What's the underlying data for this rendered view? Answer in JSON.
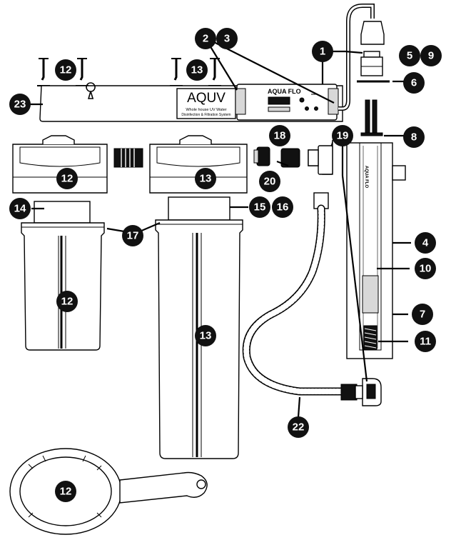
{
  "housing_label": {
    "brand": "AQUV",
    "subtitle_line1": "Whole house UV Water",
    "subtitle_line2": "Disinfection & Filtration System"
  },
  "controller": {
    "brand": "AQUA FLO"
  },
  "uv_chamber": {
    "brand": "AQUA FLO"
  },
  "callouts": [
    {
      "id": "callout-1",
      "label": "1"
    },
    {
      "id": "callout-2",
      "label": "2"
    },
    {
      "id": "callout-3",
      "label": "3"
    },
    {
      "id": "callout-5",
      "label": "5"
    },
    {
      "id": "callout-9",
      "label": "9"
    },
    {
      "id": "callout-6",
      "label": "6"
    },
    {
      "id": "callout-12-screws",
      "label": "12"
    },
    {
      "id": "callout-13-screws",
      "label": "13"
    },
    {
      "id": "callout-23",
      "label": "23"
    },
    {
      "id": "callout-8",
      "label": "8"
    },
    {
      "id": "callout-18",
      "label": "18"
    },
    {
      "id": "callout-19",
      "label": "19"
    },
    {
      "id": "callout-20",
      "label": "20"
    },
    {
      "id": "callout-12-head",
      "label": "12"
    },
    {
      "id": "callout-13-head",
      "label": "13"
    },
    {
      "id": "callout-14",
      "label": "14"
    },
    {
      "id": "callout-15",
      "label": "15"
    },
    {
      "id": "callout-16",
      "label": "16"
    },
    {
      "id": "callout-17",
      "label": "17"
    },
    {
      "id": "callout-4",
      "label": "4"
    },
    {
      "id": "callout-10",
      "label": "10"
    },
    {
      "id": "callout-7",
      "label": "7"
    },
    {
      "id": "callout-11",
      "label": "11"
    },
    {
      "id": "callout-12-bowl",
      "label": "12"
    },
    {
      "id": "callout-13-bowl",
      "label": "13"
    },
    {
      "id": "callout-22",
      "label": "22"
    },
    {
      "id": "callout-12-wrench",
      "label": "12"
    }
  ]
}
